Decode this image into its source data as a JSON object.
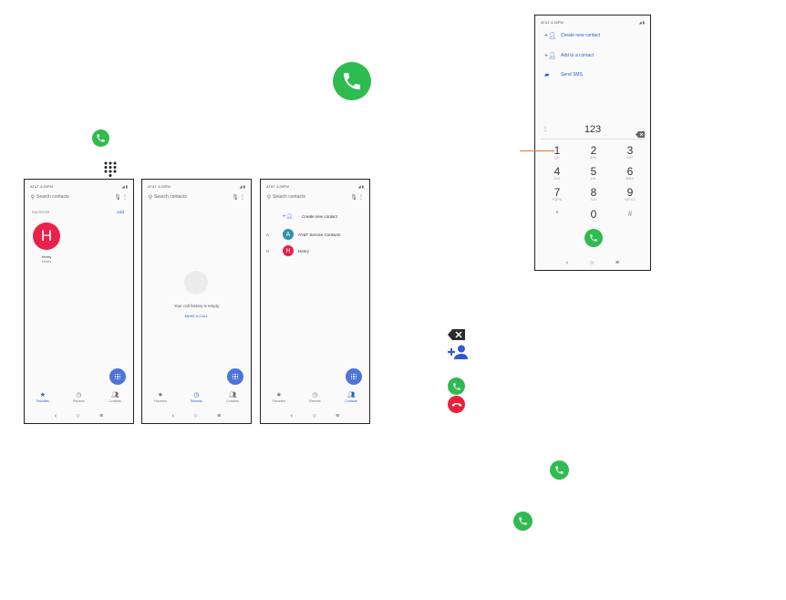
{
  "status": {
    "carrier": "AT&T",
    "time": "4:25",
    "ampm": "PM"
  },
  "search": {
    "placeholder": "Search contacts"
  },
  "screen1": {
    "favorites_label": "FAVORITES",
    "add_label": "Add",
    "contact": {
      "initial": "H",
      "name": "Henry",
      "type": "Mobile",
      "color": "#e8214b"
    }
  },
  "screen2": {
    "empty_text": "Your call history is empty",
    "make_call": "MAKE A CALL"
  },
  "screen3": {
    "create": "Create new contact",
    "rows": [
      {
        "letter": "A",
        "initial": "A",
        "name": "AT&T Service Contacts",
        "color": "#2f8fb0"
      },
      {
        "letter": "H",
        "initial": "H",
        "name": "Henry",
        "color": "#e8214b"
      }
    ]
  },
  "tabs": [
    "Favorites",
    "Recents",
    "Contacts"
  ],
  "dialer": {
    "menu": [
      "Create new contact",
      "Add to a contact",
      "Send SMS"
    ],
    "number": "123",
    "keys": [
      {
        "d": "1",
        "l": "QD"
      },
      {
        "d": "2",
        "l": "ABC"
      },
      {
        "d": "3",
        "l": "DEF"
      },
      {
        "d": "4",
        "l": "GHI"
      },
      {
        "d": "5",
        "l": "JKL"
      },
      {
        "d": "6",
        "l": "MNO"
      },
      {
        "d": "7",
        "l": "PQRS"
      },
      {
        "d": "8",
        "l": "TUV"
      },
      {
        "d": "9",
        "l": "WXYZ"
      },
      {
        "d": "*",
        "l": ""
      },
      {
        "d": "0",
        "l": "+"
      },
      {
        "d": "#",
        "l": ""
      }
    ]
  },
  "colors": {
    "green": "#2fbb4f",
    "red": "#e8213b",
    "blue": "#2c5bd4",
    "pointer": "#d9773a"
  },
  "icons": [
    "phone-icon",
    "dialpad-icon",
    "backspace-icon",
    "add-contact-icon",
    "end-call-icon"
  ]
}
